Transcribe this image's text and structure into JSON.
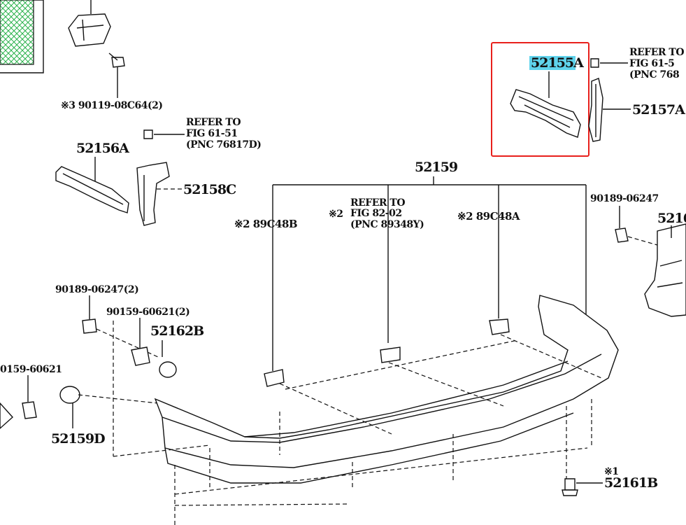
{
  "highlight": {
    "part_no": "52155A",
    "highlight_color": "#5fd3ec",
    "box_color": "#e8201c"
  },
  "refs": {
    "ref_top_right": {
      "line1": "REFER TO",
      "line2": "FIG 61-5",
      "line3": "(PNC 768"
    },
    "ref_mid": {
      "line1": "REFER TO",
      "line2": "FIG 61-51",
      "line3": "(PNC 76817D)"
    },
    "ref_center": {
      "marker": "※2",
      "line1": "REFER TO",
      "line2": "FIG 82-02",
      "line3": "(PNC 89348Y)"
    }
  },
  "labels": {
    "p52157A": "52157A",
    "p52156A": "52156A",
    "p52158C": "52158C",
    "p52159": "52159",
    "p90189_06247": "90189-06247",
    "p5216x": "5216",
    "p89C48B": "※2 89C48B",
    "p89C48A": "※2 89C48A",
    "p90189_06247_2": "90189-06247(2)",
    "p90159_60621_2": "90159-60621(2)",
    "p52162B": "52162B",
    "p0159_60621": "0159-60621",
    "p52159D": "52159D",
    "p52161B_mark": "※1",
    "p52161B": "52161B",
    "p90119": "※3 90119-08C64(2)"
  }
}
